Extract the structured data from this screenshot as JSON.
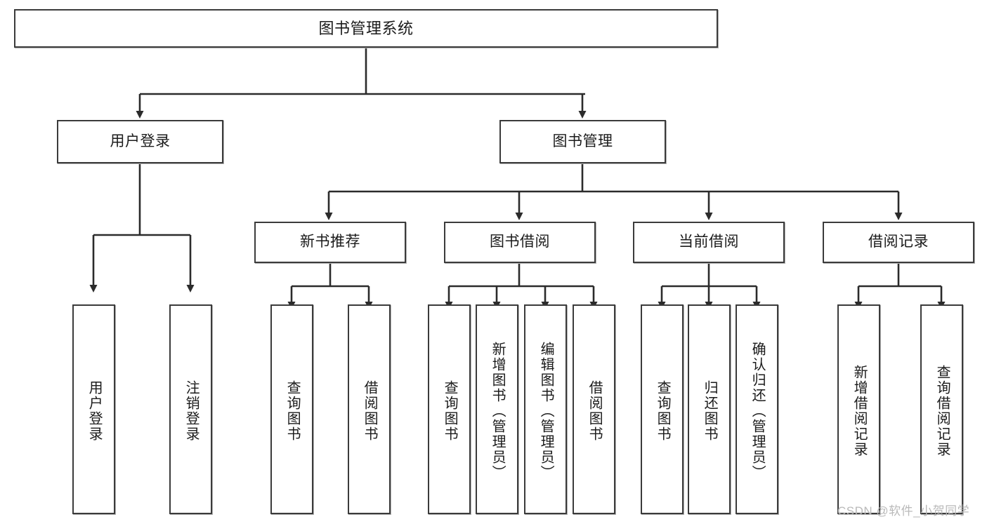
{
  "diagram": {
    "title": "图书管理系统",
    "type": "functional-structure-tree",
    "root": {
      "label": "图书管理系统"
    },
    "level2": [
      {
        "label": "用户登录"
      },
      {
        "label": "图书管理"
      }
    ],
    "level3": [
      {
        "label": "新书推荐"
      },
      {
        "label": "图书借阅"
      },
      {
        "label": "当前借阅"
      },
      {
        "label": "借阅记录"
      }
    ],
    "leaves": {
      "user_login": [
        {
          "label": "用户登录"
        },
        {
          "label": "注销登录"
        }
      ],
      "new_book_recommend": [
        {
          "label": "查询图书"
        },
        {
          "label": "借阅图书"
        }
      ],
      "book_borrow": [
        {
          "label": "查询图书"
        },
        {
          "label": "新增图书（管理员）"
        },
        {
          "label": "编辑图书（管理员）"
        },
        {
          "label": "借阅图书"
        }
      ],
      "current_borrow": [
        {
          "label": "查询图书"
        },
        {
          "label": "归还图书"
        },
        {
          "label": "确认归还（管理员）"
        }
      ],
      "borrow_record": [
        {
          "label": "新增借阅记录"
        },
        {
          "label": "查询借阅记录"
        }
      ]
    }
  },
  "watermark": {
    "text": "CSDN @软件_小贺同学"
  },
  "colors": {
    "box_border": "#3b3b3b",
    "box_fill": "#ffffff",
    "text": "#1b1b1b",
    "edge": "#2b2b2b",
    "watermark": "#b9b9b9",
    "background": "#ffffff"
  }
}
